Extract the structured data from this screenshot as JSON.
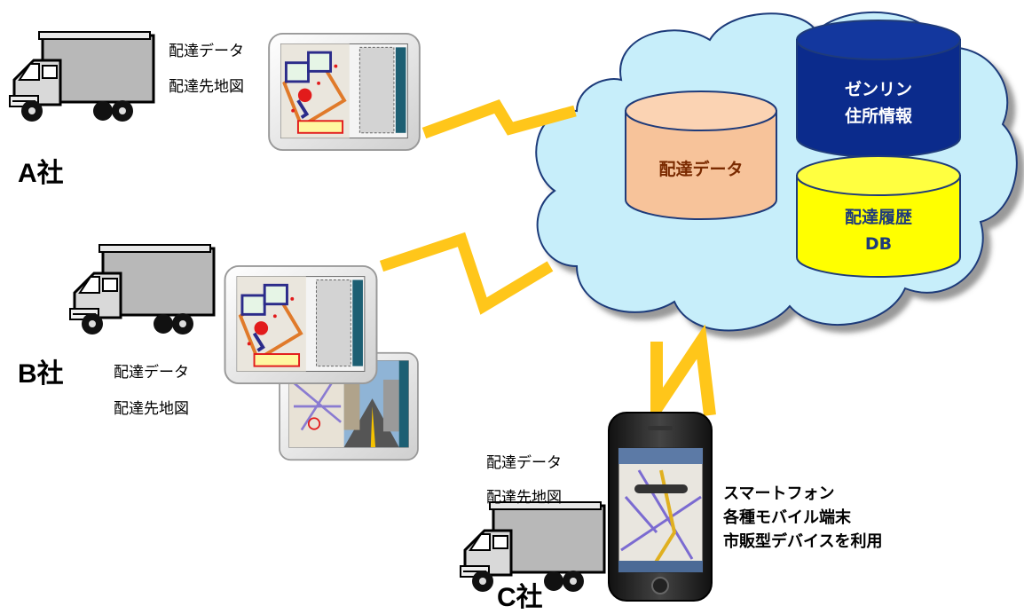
{
  "companies": {
    "a": "A社",
    "b": "B社",
    "c": "C社"
  },
  "labels": {
    "a": [
      "配達データ",
      "配達先地図"
    ],
    "b": [
      "配達データ",
      "配達先地図"
    ],
    "c": [
      "配達データ",
      "配達先地図"
    ]
  },
  "cloud": {
    "db_delivery": "配達データ",
    "db_zenrin": [
      "ゼンリン",
      "住所情報"
    ],
    "db_history": [
      "配達履歴",
      "DB"
    ]
  },
  "devices_note": [
    "スマートフォン",
    "各種モバイル端末",
    "市販型デバイスを利用"
  ],
  "colors": {
    "cloud": "#c7eefa",
    "cloud_stroke": "#1f3b7a",
    "db_delivery": "#f7c39a",
    "db_zenrin": "#0b2b8c",
    "db_history": "#ffff00",
    "link": "#ffc61a"
  }
}
